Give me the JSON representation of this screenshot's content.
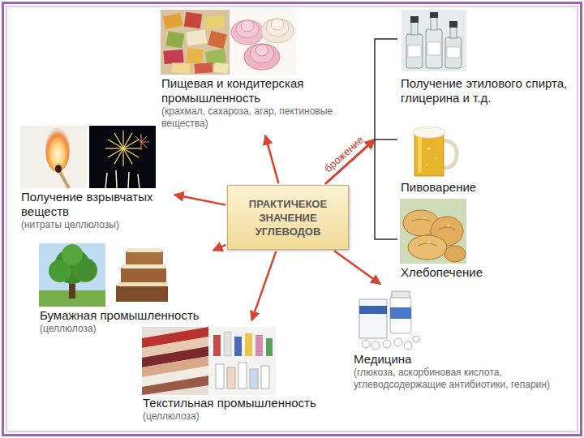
{
  "diagram": {
    "nodes": [
      {
        "text": [
          "Пищевая и кондитерская промышленность",
          "(крахмал, сахароза, агар, пектиновые вещества)"
        ]
      },
      {
        "text": [
          "Получение этилового спирта, глицерина и т.д."
        ]
      },
      {
        "text": [
          "Пивоварение"
        ]
      },
      {
        "text": [
          "Получение взрывчатых веществ",
          "(нитраты целлюлозы)"
        ]
      },
      {
        "text": [
          "ПРАКТИЧЕКОЕ ЗНАЧЕНИЕ УГЛЕВОДОВ"
        ]
      },
      {
        "text": [
          "Хлебопечение"
        ]
      },
      {
        "text": [
          "Бумажная промышленность",
          "(целлюлоза)"
        ]
      },
      {
        "text": [
          "Медицина",
          "(глюкоза, аскорбиновая кислота, углеводсодержащие антибиотики, гепарин)"
        ]
      },
      {
        "text": [
          "Текстильная промышленность",
          "(целлюлоза)"
        ]
      }
    ],
    "edges": [
      {
        "from": 4,
        "to": 0,
        "arrow": "to"
      },
      {
        "from": 4,
        "to": 1,
        "arrow": "to"
      },
      {
        "from": 4,
        "to": 2,
        "label": "брожение",
        "arrow": "to"
      },
      {
        "from": 4,
        "to": 5,
        "arrow": "to"
      },
      {
        "from": 4,
        "to": 3,
        "arrow": "to"
      },
      {
        "from": 4,
        "to": 6,
        "arrow": "to"
      },
      {
        "from": 4,
        "to": 8,
        "arrow": "to"
      },
      {
        "from": 4,
        "to": 7,
        "arrow": "to"
      }
    ]
  }
}
